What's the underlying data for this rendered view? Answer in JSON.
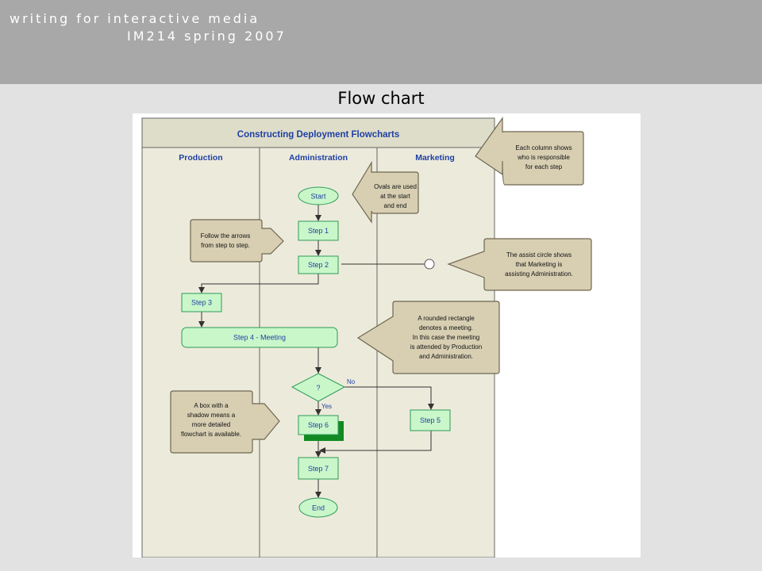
{
  "header": {
    "line1": "writing for interactive media",
    "line2": "IM214 spring 2007"
  },
  "slide_title": "Flow chart",
  "diagram": {
    "title": "Constructing Deployment Flowcharts",
    "lanes": [
      "Production",
      "Administration",
      "Marketing"
    ],
    "nodes": {
      "start": "Start",
      "step1": "Step 1",
      "step2": "Step 2",
      "step3": "Step 3",
      "step4": "Step 4 - Meeting",
      "decision": "?",
      "step5": "Step 5",
      "step6": "Step 6",
      "step7": "Step 7",
      "end": "End"
    },
    "edge_labels": {
      "no": "No",
      "yes": "Yes"
    },
    "callouts": {
      "columns": [
        "Each column shows",
        "who is responsible",
        "for each step"
      ],
      "ovals": [
        "Ovals are used",
        "at the start",
        "and end"
      ],
      "arrows": [
        "Follow the arrows",
        "from step to step."
      ],
      "assist": [
        "The assist circle shows",
        "that Marketing is",
        "assisting Administration."
      ],
      "meeting": [
        "A rounded rectangle",
        "denotes a meeting.",
        "In this case the meeting",
        "is attended by Production",
        "and Administration."
      ],
      "shadow": [
        "A box with a",
        "shadow means a",
        "more detailed",
        "flowchart is available."
      ]
    },
    "colors": {
      "lane_bg": "#ecebdb",
      "title_bar": "#deddc9",
      "node_fill": "#c9f7c9",
      "node_stroke": "#2f9a5a",
      "title_text": "#1f3fa4",
      "callout_fill": "#d8cfb3",
      "callout_stroke": "#6e6650",
      "shadow": "#118a22"
    }
  }
}
